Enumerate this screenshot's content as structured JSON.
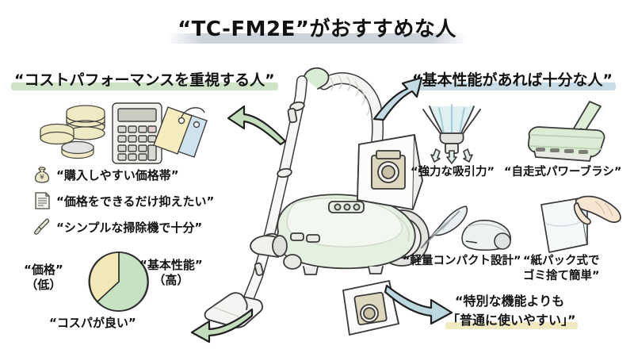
{
  "title": {
    "text": "“TC-FM2E”がおすすめな人",
    "highlight_color": "#ccd3dd"
  },
  "sections": {
    "left": {
      "header": "“コストパフォーマンスを重視する人”",
      "header_highlight_color": "#cfe3c8",
      "icons": [
        "coins-icon",
        "calculator-icon",
        "price-tags-icon"
      ],
      "bullets": [
        {
          "icon": "money-bag-icon",
          "text": "“購入しやすい価格帯”"
        },
        {
          "icon": "document-icon",
          "text": "“価格をできるだけ抑えたい”"
        },
        {
          "icon": "brush-icon",
          "text": "“シンプルな掃除機で十分”"
        }
      ],
      "pie_labels": {
        "left_line1": "“価格”",
        "left_line2": "（低）",
        "right_line1": "“基本性能”",
        "right_line2": "（高）",
        "bottom": "“コスパが良い”"
      }
    },
    "right": {
      "header": "“基本性能があれば十分な人”",
      "header_highlight_color": "#c9dbe4",
      "features": [
        {
          "icon": "suction-nozzle-icon",
          "label": "“強力な吸引力”"
        },
        {
          "icon": "power-brush-icon",
          "label": "“自走式パワーブラシ”"
        },
        {
          "icon": "feather-compact-vacuum-icon",
          "label": "“軽量コンパクト設計”"
        },
        {
          "icon": "paper-bag-hand-icon",
          "label_line1": "“紙パック式で",
          "label_line2": "ゴミ捨て簡単”"
        }
      ],
      "closing": {
        "line1": "“特別な機能よりも",
        "line2": "「普通に使いやすい」”",
        "highlight_color": "#f1e9bf"
      }
    }
  },
  "center_illustration": {
    "name": "canister-vacuum-cleaner-illustration",
    "parts": [
      "wand",
      "hose",
      "dust-bag",
      "body",
      "floor-nozzle",
      "spare-dust-bag"
    ],
    "body_color": "#dfeedd"
  },
  "arrows": [
    {
      "name": "arrow-to-left-top",
      "color": "#c3ddbd",
      "direction": "left"
    },
    {
      "name": "arrow-to-right-top",
      "color": "#c4dbe4",
      "direction": "up-right"
    },
    {
      "name": "arrow-to-left-bottom",
      "color": "#c3ddbd",
      "direction": "left"
    },
    {
      "name": "arrow-to-right-bottom",
      "color": "#bdd9e0",
      "direction": "right-down"
    }
  ],
  "chart_data": {
    "type": "pie",
    "title": "“コスパが良い”",
    "categories": [
      "“基本性能”（高）",
      "“価格”（低）"
    ],
    "values": [
      72,
      28
    ],
    "colors": [
      "#c6e2c2",
      "#f2e7b7"
    ],
    "legend": "labels-outside",
    "labels": [
      "“基本性能”（高）",
      "“価格”（低）"
    ],
    "annotation": "“コスパが良い”"
  }
}
